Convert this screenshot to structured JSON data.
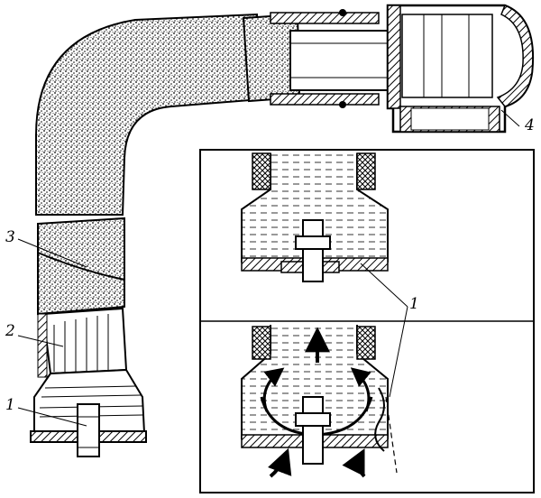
{
  "callouts": {
    "c1": "1",
    "c2": "2",
    "c3": "3",
    "c4": "4",
    "c1_inset": "1"
  },
  "colors": {
    "ink": "#000000",
    "paper": "#ffffff",
    "insulation": "#9a9a9a"
  }
}
